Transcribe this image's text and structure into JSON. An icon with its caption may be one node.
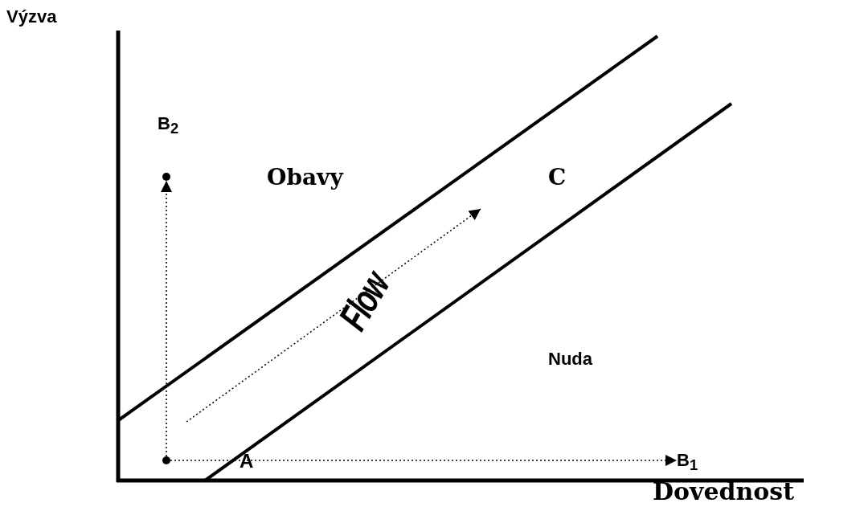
{
  "diagram": {
    "nodes": [
      {
        "text": [],
        "shape": "circle"
      },
      {
        "text": [],
        "shape": "circle",
        "beside": [
          "B$_{2}$"
        ]
      },
      {
        "text": [
          "B$_{1}$"
        ]
      }
    ],
    "edges": [
      {
        "from": 0,
        "to": 1,
        "arrow": "to",
        "style": "dashed"
      },
      {
        "from": 0,
        "to": 2,
        "arrow": "to",
        "style": "dashed"
      }
    ],
    "labels": [
      "Výzva",
      "Obavy",
      "C",
      "Flow",
      "Nuda",
      "A",
      "Dovednost"
    ]
  }
}
